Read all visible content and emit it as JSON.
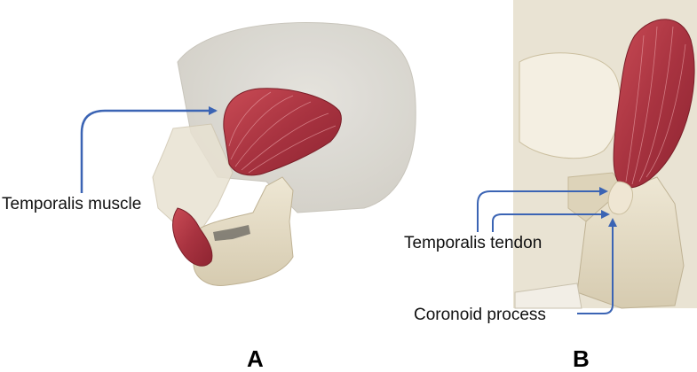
{
  "figure": {
    "panel_a": {
      "letter": "A",
      "label_muscle": "Temporalis muscle"
    },
    "panel_b": {
      "letter": "B",
      "label_tendon": "Temporalis tendon",
      "label_process": "Coronoid process"
    },
    "colors": {
      "arrow": "#3b64b4",
      "muscle": "#b23a45",
      "bone": "#e2d9c2",
      "cranium_translucent": "#d8d6cf"
    }
  }
}
